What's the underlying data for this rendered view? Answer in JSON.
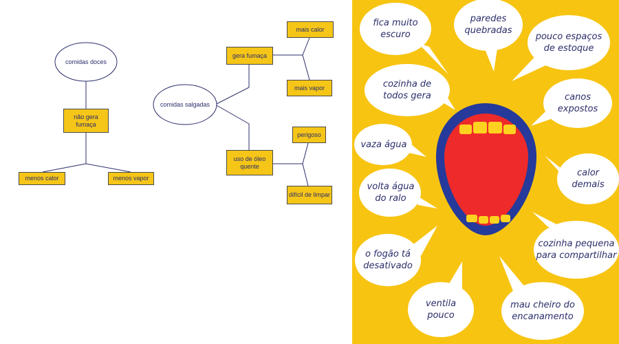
{
  "mindmap": {
    "sweet": {
      "root": "comidas doces",
      "child": "não gera fumaça",
      "leaves": [
        "menos calor",
        "menos vapor"
      ]
    },
    "salty": {
      "root": "comidas salgadas",
      "branch_smoke": "gera fumaça",
      "smoke_leaves": [
        "mais calor",
        "mais vapor"
      ],
      "branch_oil": "uso de óleo quente",
      "oil_leaves": [
        "perigoso",
        "difícil de limpar"
      ]
    }
  },
  "complaints": [
    "fica muito escuro",
    "paredes quebradas",
    "pouco espaços de estoque",
    "cozinha de todos gera",
    "canos expostos",
    "vaza água",
    "calor demais",
    "volta água do ralo",
    "cozinha pequena para compartilhar",
    "o fogão tá desativado",
    "ventila pouco",
    "mau cheiro do encanamento"
  ],
  "colors": {
    "node_fill": "#f5c518",
    "panel_bg": "#f7c412",
    "text": "#2b2d6a",
    "mouth_outline": "#253a9a",
    "mouth_inside": "#ee2a2a",
    "teeth": "#ffd21f"
  }
}
